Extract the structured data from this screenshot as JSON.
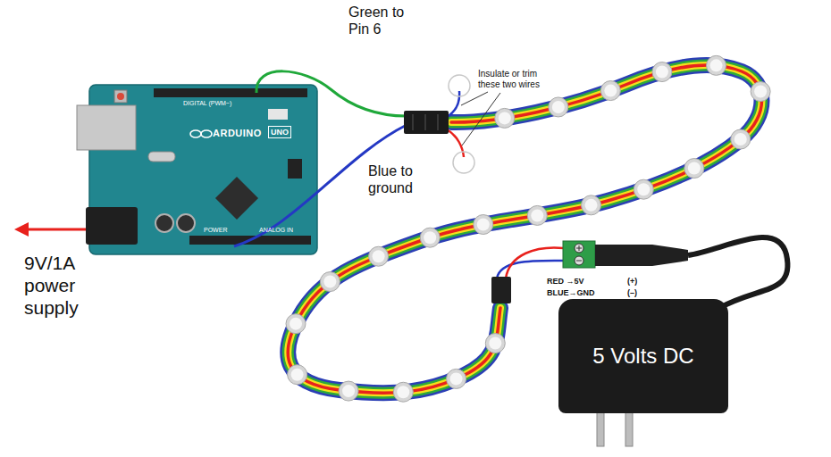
{
  "diagram": {
    "nodes": [
      {
        "text": [
          "ARDUINO",
          "UNO"
        ]
      },
      {
        "text": [
          "5 Volts DC"
        ]
      }
    ],
    "labels": [
      "Green to Pin 6",
      "Blue to ground",
      "Insulate or trim these two wires",
      "9V/1A power supply",
      "DIGITAL (PWM~)",
      "POWER",
      "ANALOG IN",
      "RED →5V",
      "(+)",
      "BLUE→GND",
      "(–)"
    ]
  }
}
